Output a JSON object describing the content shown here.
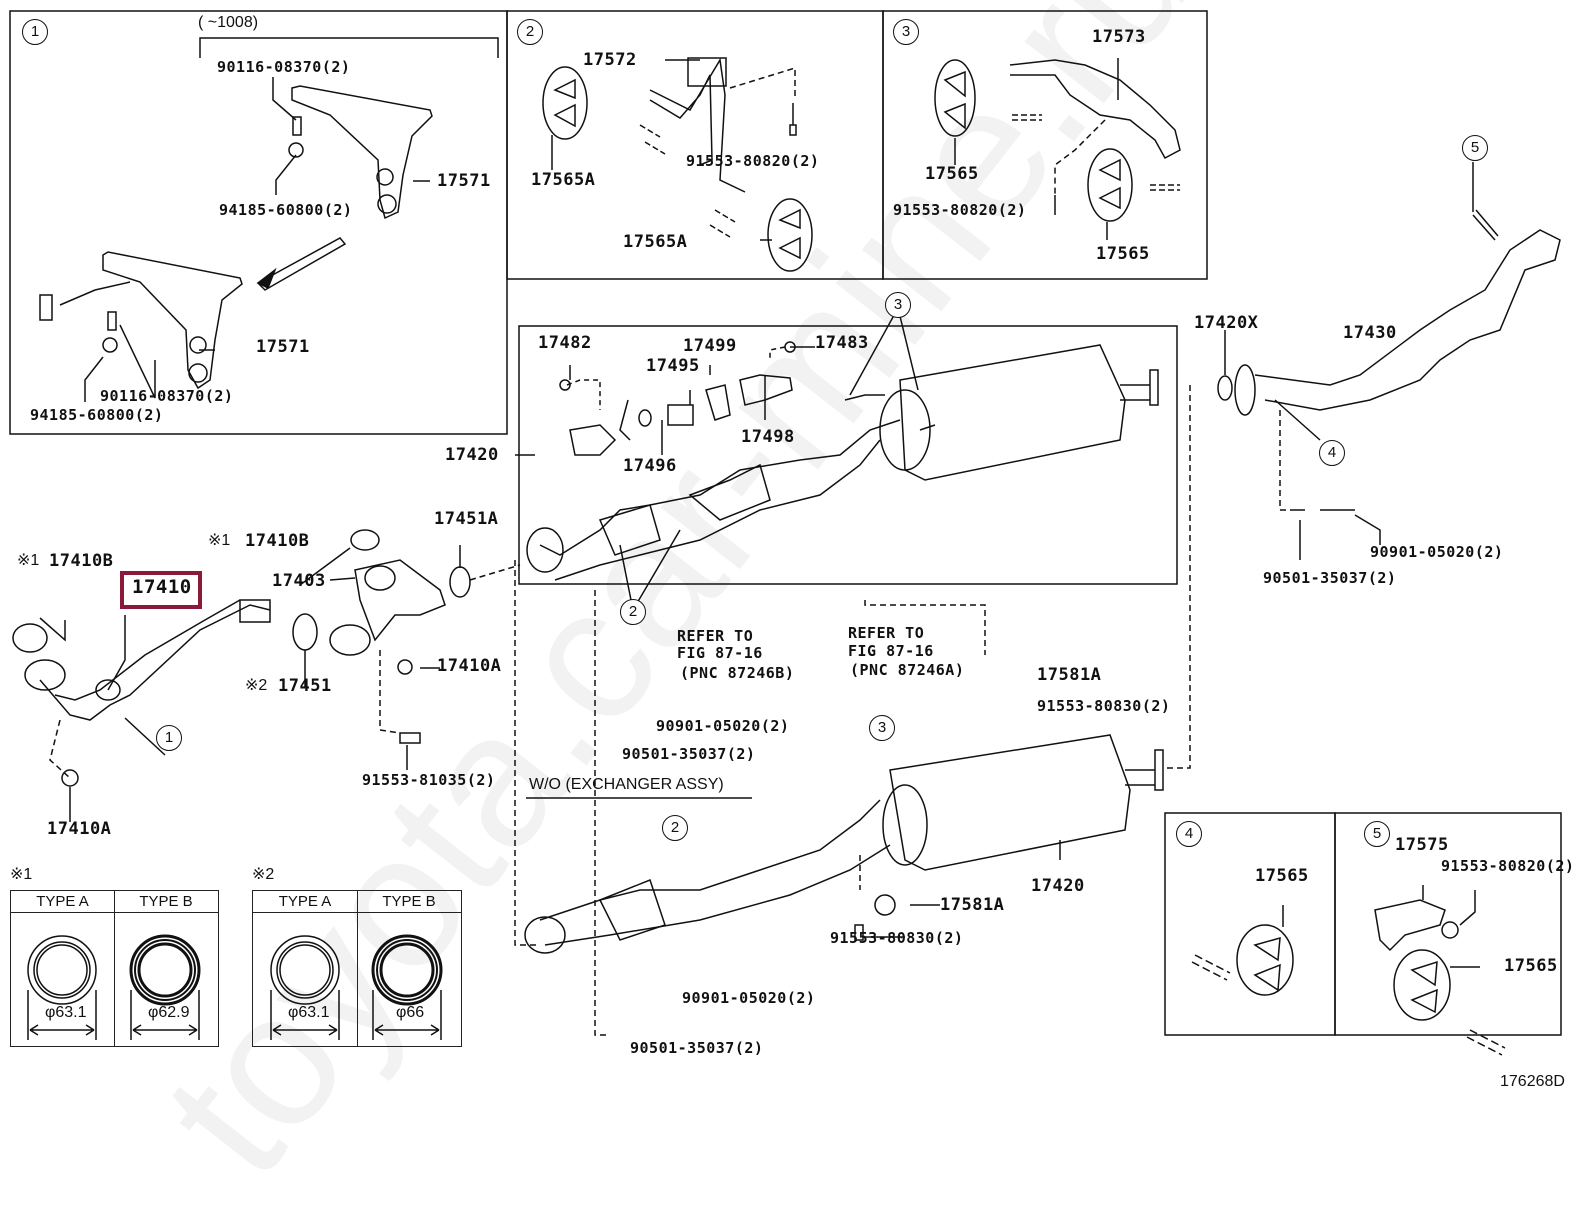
{
  "document": {
    "figure_id": "176268D",
    "note": "W/O (EXCHANGER ASSY)"
  },
  "insets": {
    "inset1": {
      "number": "1",
      "range": "(      ~1008)",
      "labels": [
        "90116-08370(2)",
        "17571",
        "94185-60800(2)",
        "17571",
        "90116-08370(2)",
        "94185-60800(2)"
      ]
    },
    "inset2": {
      "number": "2",
      "labels": [
        "17572",
        "17565A",
        "91553-80820(2)",
        "17565A"
      ]
    },
    "inset3": {
      "number": "3",
      "labels": [
        "17573",
        "17565",
        "91553-80820(2)",
        "17565"
      ]
    },
    "inset4": {
      "number": "4",
      "labels": [
        "17565"
      ]
    },
    "inset5": {
      "number": "5",
      "labels": [
        "17575",
        "91553-80820(2)",
        "17565"
      ]
    }
  },
  "main": {
    "labels": {
      "p17482": "17482",
      "p17499": "17499",
      "p17483": "17483",
      "p17495": "17495",
      "p17498": "17498",
      "p17496": "17496",
      "p17420_a": "17420",
      "p17420x": "17420X",
      "p17430": "17430",
      "p90901_a": "90901-05020(2)",
      "p90501_a": "90501-35037(2)",
      "p17451a": "17451A",
      "p17410b_a": "17410B",
      "p17410b_b": "17410B",
      "p17410_selected": "17410",
      "p17403": "17403",
      "p17410a_a": "17410A",
      "p17451": "17451",
      "p91553_81035": "91553-81035(2)",
      "p17410a_b": "17410A",
      "refer1_line1": "REFER TO",
      "refer1_line2": "FIG 87-16",
      "refer1_line3": "(PNC 87246B)",
      "refer2_line1": "REFER TO",
      "refer2_line2": "FIG 87-16",
      "refer2_line3": "(PNC 87246A)",
      "p17581a_a": "17581A",
      "p91553_80830_a": "91553-80830(2)",
      "p90901_b": "90901-05020(2)",
      "p90501_b": "90501-35037(2)",
      "p17420_b": "17420",
      "p17581a_b": "17581A",
      "p91553_80830_b": "91553-80830(2)",
      "p90901_c": "90901-05020(2)",
      "p90501_c": "90501-35037(2)"
    },
    "note_marks": {
      "m1a": "※1",
      "m1b": "※1",
      "m2": "※2"
    },
    "callouts": [
      "1",
      "2",
      "3",
      "4",
      "5"
    ],
    "selected_part": "17410",
    "highlight_color": "#8b1a3a"
  },
  "gasket_tables": [
    {
      "mark": "※1",
      "types": [
        {
          "header": "TYPE A",
          "diameter": "φ63.1"
        },
        {
          "header": "TYPE B",
          "diameter": "φ62.9"
        }
      ]
    },
    {
      "mark": "※2",
      "types": [
        {
          "header": "TYPE A",
          "diameter": "φ63.1"
        },
        {
          "header": "TYPE B",
          "diameter": "φ66"
        }
      ]
    }
  ]
}
